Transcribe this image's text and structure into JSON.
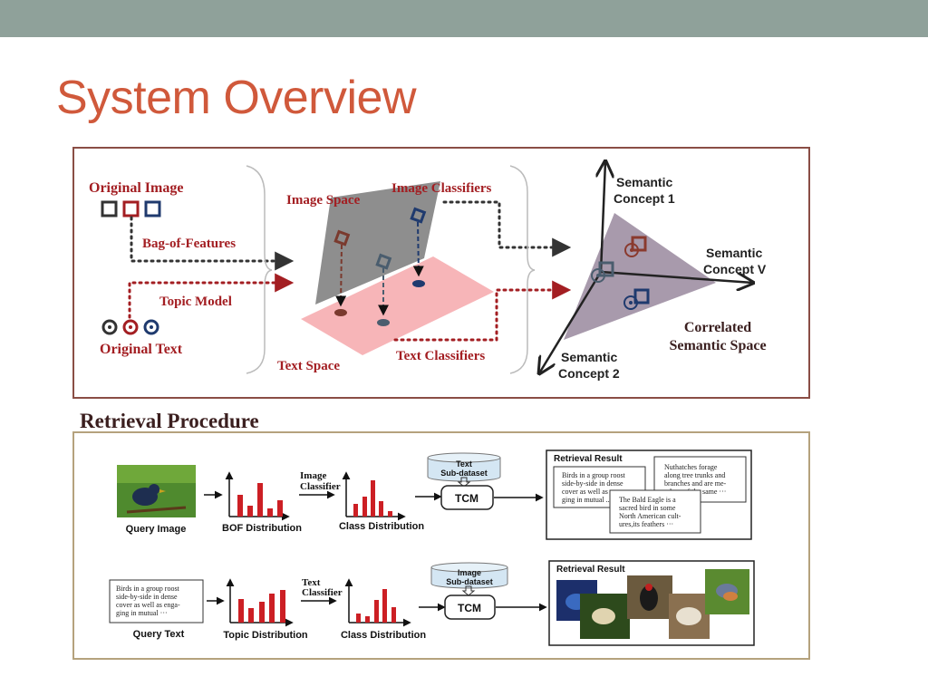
{
  "slide": {
    "title": "System Overview",
    "subtitle": "Retrieval Procedure"
  },
  "overview": {
    "original_image": "Original Image",
    "bag_of_features": "Bag-of-Features",
    "topic_model": "Topic Model",
    "original_text": "Original Text",
    "image_space": "Image Space",
    "image_classifiers": "Image Classifiers",
    "text_space": "Text Space",
    "text_classifiers": "Text Classifiers",
    "semantic_concept_1": [
      "Semantic",
      "Concept 1"
    ],
    "semantic_concept_v": [
      "Semantic",
      "Concept V"
    ],
    "semantic_concept_2": [
      "Semantic",
      "Concept 2"
    ],
    "correlated_space": [
      "Correlated",
      "Semantic Space"
    ]
  },
  "procedure": {
    "row1": {
      "query_label": "Query Image",
      "bof_label": "BOF Distribution",
      "classifier_label": [
        "Image",
        "Classifier"
      ],
      "class_label": "Class Distribution",
      "db_label": [
        "Text",
        "Sub-dataset"
      ],
      "tcm_label": "TCM",
      "result_title": "Retrieval Result",
      "result_text_1": [
        "Birds in a group roost",
        "side-by-side in dense",
        "cover as well as enga-",
        "ging in mutual ..."
      ],
      "result_text_2": [
        "Nuthatches forage",
        "along tree trunks and",
        "branches and are me-",
        "mbers of the same  ···"
      ],
      "result_text_3": [
        "The Bald Eagle is a",
        "sacred bird in some",
        "North American cult-",
        "ures,its feathers  ···"
      ]
    },
    "row2": {
      "query_text": [
        "Birds in a group roost",
        "side-by-side in dense",
        "cover as well as enga-",
        "ging in mutual  ···"
      ],
      "query_label": "Query Text",
      "topic_label": "Topic Distribution",
      "classifier_label": [
        "Text",
        "Classifier"
      ],
      "class_label": "Class Distribution",
      "db_label": [
        "Image",
        "Sub-dataset"
      ],
      "tcm_label": "TCM",
      "result_title": "Retrieval Result"
    }
  },
  "colors": {
    "title": "#d0593b",
    "accent_red": "#a31e22",
    "dark_blue": "#1f3a6e",
    "plane_gray": "#8e8e8e",
    "plane_pink": "#f7b5b8",
    "triangle": "#a89aac"
  }
}
